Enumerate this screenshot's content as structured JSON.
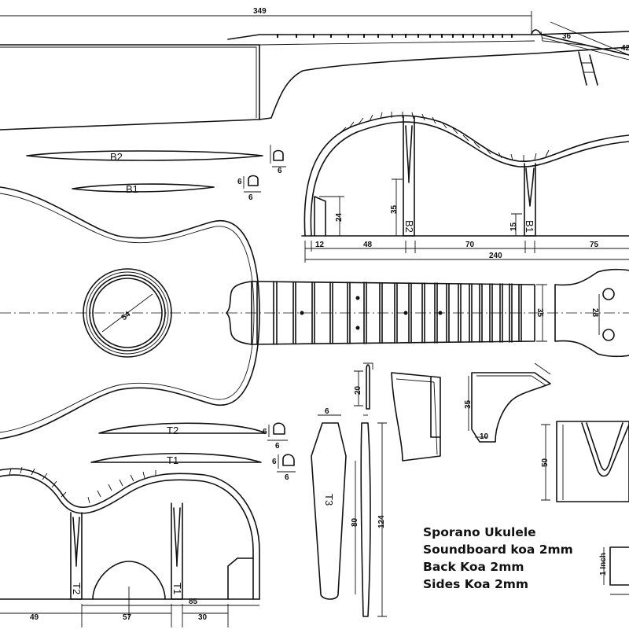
{
  "title_block": {
    "line1": "Sporano Ukulele",
    "line2": "Soundboard koa 2mm",
    "line3": "Back Koa 2mm",
    "line4": "Sides Koa 2mm"
  },
  "scale_label": "1 Inch",
  "part_labels": {
    "brace_b2": "B2",
    "brace_b1": "B1",
    "brace_t2": "T2",
    "brace_t1": "T1",
    "brace_t3": "T3",
    "side_b2": "B2",
    "side_b1": "B1",
    "side_t2": "T2",
    "side_t1": "T1"
  },
  "dimensions": {
    "neck_length": "349",
    "head_36": "36",
    "head_42": "42",
    "profile_12": "12",
    "profile_48": "48",
    "profile_70": "70",
    "profile_75": "75",
    "profile_240": "240",
    "height_24": "24",
    "height_35": "35",
    "height_15": "15",
    "brace_6a": "6",
    "brace_6b": "6",
    "brace_6c": "6",
    "brace_6d": "6",
    "brace_6e": "6",
    "brace_6f": "6",
    "brace_6g": "6",
    "soundhole_54": "54",
    "nut_35": "35",
    "head_28": "28",
    "block_20": "20",
    "block_35": "35",
    "block_10": "10",
    "block_50": "50",
    "t3_6": "6",
    "t3_80": "80",
    "t3_124": "124",
    "bottom_49": "49",
    "bottom_57": "57",
    "bottom_85": "85",
    "bottom_30": "30"
  }
}
